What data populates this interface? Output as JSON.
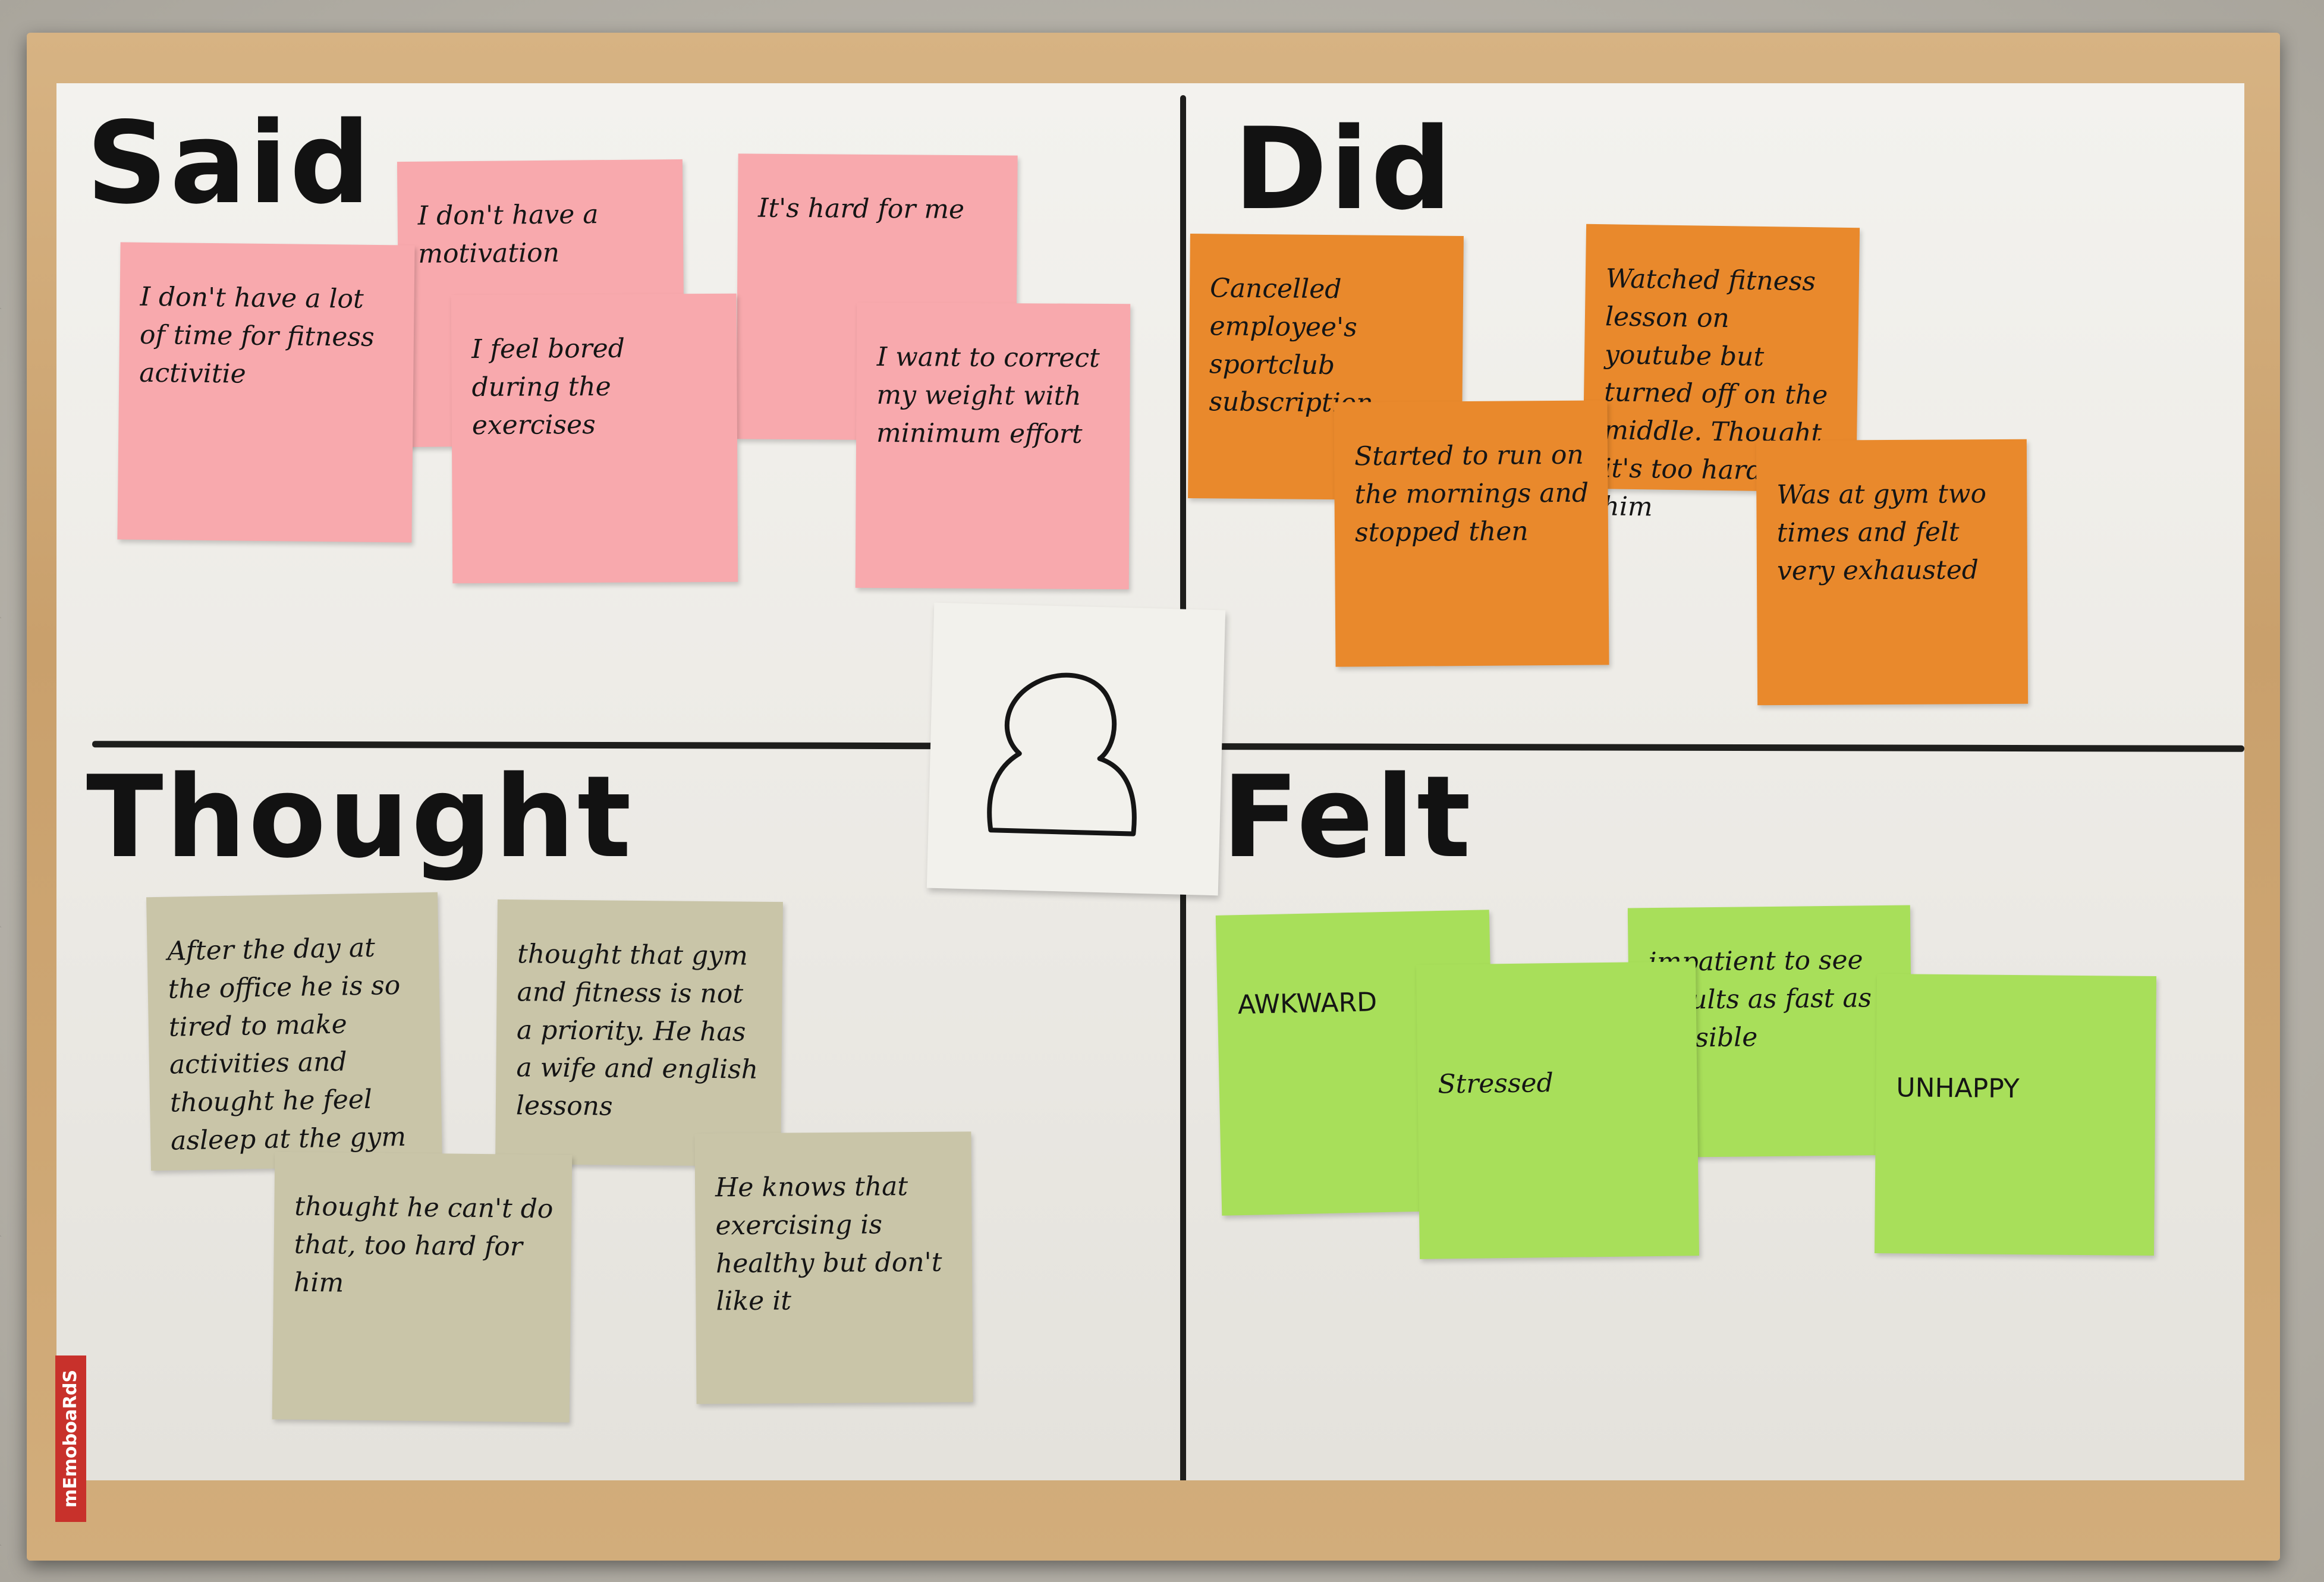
{
  "board": {
    "quadrants": {
      "said": "Said",
      "did": "Did",
      "thought": "Thought",
      "felt": "Felt"
    },
    "said_notes": [
      "I don't have a lot of time for fitness activitie",
      "I don't have a motivation",
      "I feel bored during the exercises",
      "It's hard for me",
      "I want to correct my weight with minimum effort"
    ],
    "did_notes": [
      "Cancelled employee's sportclub subscription",
      "Started to run on the mornings and stopped then",
      "Watched fitness lesson on youtube but turned off on the middle. Thought it's too hard for him",
      "Was at gym two times and felt very exhausted"
    ],
    "thought_notes": [
      "After the day at the office he is so tired to make activities and thought he feel asleep at the gym",
      "thought that gym and fitness is not a priority. He has a wife and english lessons",
      "thought he can't do that, too hard for him",
      "He knows that exercising is healthy but don't like it"
    ],
    "felt_notes": [
      "AWKWARD",
      "Stressed",
      "impatient to see results as fast as possible",
      "UNHAPPY"
    ],
    "brand_label": "mEmoboaRdS"
  },
  "colors": {
    "pink_note": "#f8a9ad",
    "orange_note": "#e9892c",
    "beige_note": "#c9c5a8",
    "green_note": "#a8df5a",
    "frame": "#d2ad7b",
    "board": "#eeede9"
  }
}
